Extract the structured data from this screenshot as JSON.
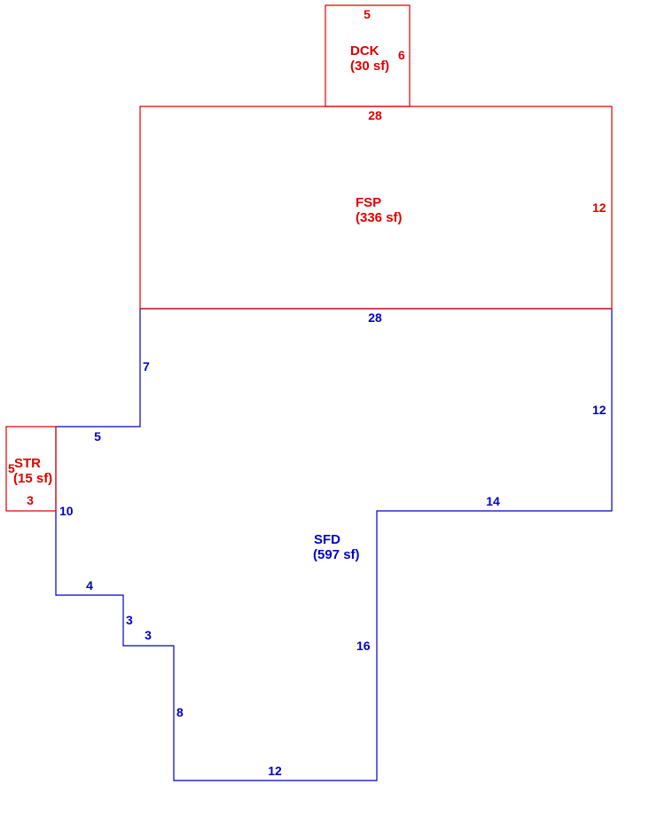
{
  "colors": {
    "red": "#e00000",
    "blue": "#0000c8"
  },
  "areas": {
    "dck": {
      "code": "DCK",
      "area": "(30 sf)"
    },
    "fsp": {
      "code": "FSP",
      "area": "(336 sf)"
    },
    "str": {
      "code": "STR",
      "area": "(15 sf)"
    },
    "sfd": {
      "code": "SFD",
      "area": "(597 sf)"
    }
  },
  "dims": {
    "dck_top": "5",
    "dck_right": "6",
    "fsp_top": "28",
    "fsp_right": "12",
    "str_left": "5",
    "str_bottom": "3",
    "sfd_top": "28",
    "sfd_left_upper": "7",
    "sfd_step_top": "5",
    "sfd_right_upper": "12",
    "sfd_step_mid": "14",
    "sfd_left_mid": "10",
    "sfd_step_lower": "4",
    "sfd_step_small_v": "3",
    "sfd_step_small_h": "3",
    "sfd_left_lower": "8",
    "sfd_bottom": "12",
    "sfd_right_lower": "16"
  }
}
